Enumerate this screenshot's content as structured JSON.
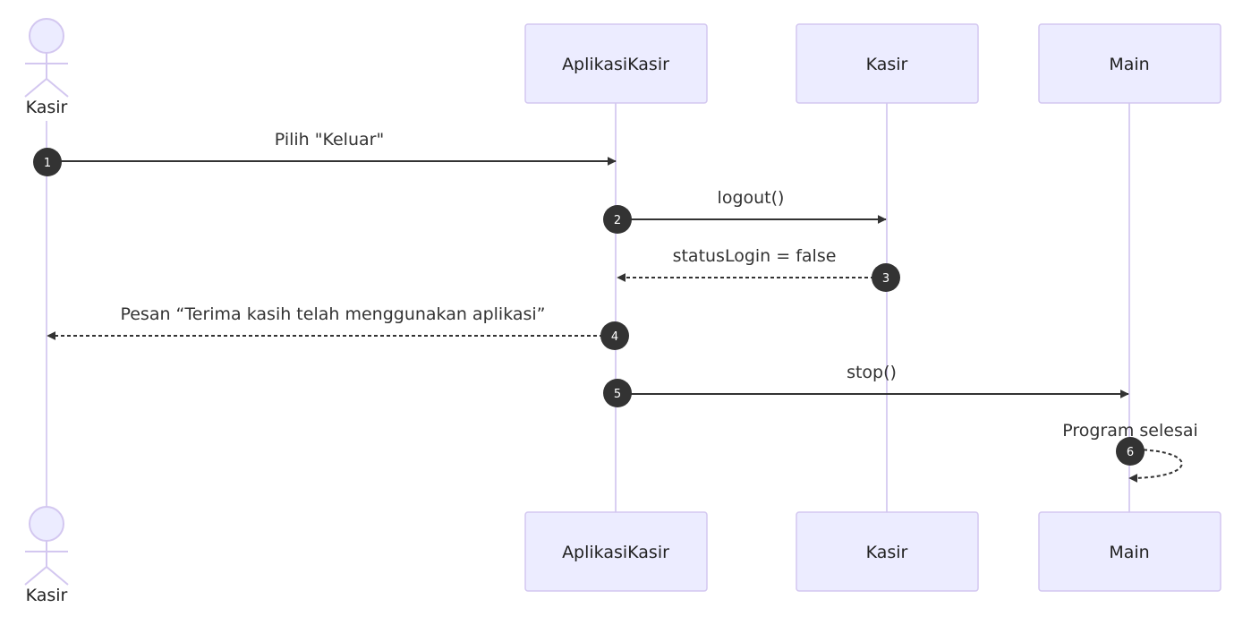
{
  "participants": {
    "kasir_actor": "Kasir",
    "aplikasi": "AplikasiKasir",
    "kasir": "Kasir",
    "main": "Main"
  },
  "messages": [
    {
      "number": "1",
      "label": "Pilih \"Keluar\"",
      "style": "solid"
    },
    {
      "number": "2",
      "label": "logout()",
      "style": "solid"
    },
    {
      "number": "3",
      "label": "statusLogin = false",
      "style": "dashed"
    },
    {
      "number": "4",
      "label": "Pesan “Terima kasih telah menggunakan aplikasi”",
      "style": "dashed"
    },
    {
      "number": "5",
      "label": "stop()",
      "style": "solid"
    },
    {
      "number": "6",
      "label": "Program selesai",
      "style": "dashed"
    }
  ],
  "colors": {
    "box_fill": "#ececff",
    "box_stroke": "#d3c7f0",
    "lifeline": "#d9cff2",
    "arrow": "#333333"
  }
}
